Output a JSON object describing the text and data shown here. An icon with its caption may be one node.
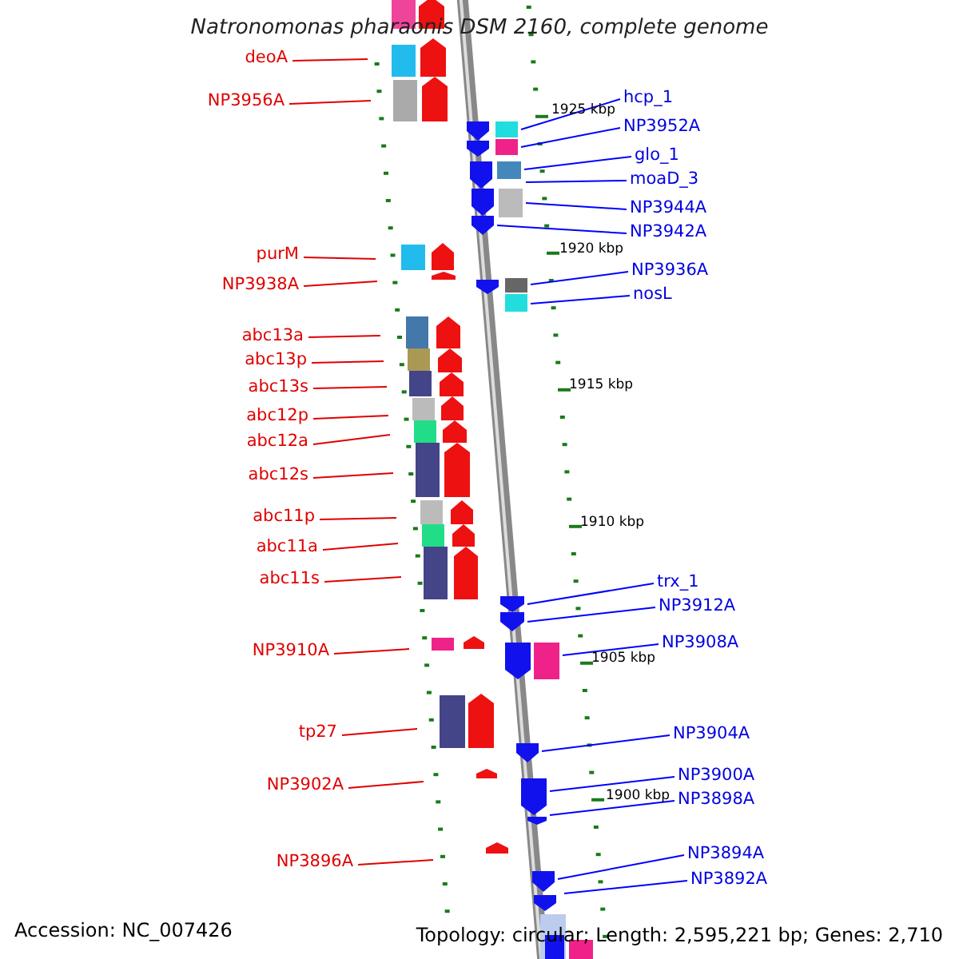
{
  "diagram": {
    "title": "Natronomonas pharaonis DSM 2160, complete genome",
    "nodes": [
      {
        "text": [
          "deoA"
        ]
      },
      {
        "text": [
          "NP3956A"
        ]
      },
      {
        "text": [
          "purM"
        ]
      },
      {
        "text": [
          "NP3938A"
        ]
      },
      {
        "text": [
          "abc13a"
        ]
      },
      {
        "text": [
          "abc13p"
        ]
      },
      {
        "text": [
          "abc13s"
        ]
      },
      {
        "text": [
          "abc12p"
        ]
      },
      {
        "text": [
          "abc12a"
        ]
      },
      {
        "text": [
          "abc12s"
        ]
      },
      {
        "text": [
          "abc11p"
        ]
      },
      {
        "text": [
          "abc11a"
        ]
      },
      {
        "text": [
          "abc11s"
        ]
      },
      {
        "text": [
          "NP3910A"
        ]
      },
      {
        "text": [
          "tp27"
        ]
      },
      {
        "text": [
          "NP3902A"
        ]
      },
      {
        "text": [
          "NP3896A"
        ]
      },
      {
        "text": [
          "hcp_1"
        ]
      },
      {
        "text": [
          "NP3952A"
        ]
      },
      {
        "text": [
          "glo_1"
        ]
      },
      {
        "text": [
          "moaD_3"
        ]
      },
      {
        "text": [
          "NP3944A"
        ]
      },
      {
        "text": [
          "NP3942A"
        ]
      },
      {
        "text": [
          "NP3936A"
        ]
      },
      {
        "text": [
          "nosL"
        ]
      },
      {
        "text": [
          "trx_1"
        ]
      },
      {
        "text": [
          "NP3912A"
        ]
      },
      {
        "text": [
          "NP3908A"
        ]
      },
      {
        "text": [
          "NP3904A"
        ]
      },
      {
        "text": [
          "NP3900A"
        ]
      },
      {
        "text": [
          "NP3898A"
        ]
      },
      {
        "text": [
          "NP3894A"
        ]
      },
      {
        "text": [
          "NP3892A"
        ]
      }
    ],
    "edges": [
      {
        "from": 0,
        "to": null,
        "arrow": "none"
      },
      {
        "from": 1,
        "to": null,
        "arrow": "none"
      },
      {
        "from": 2,
        "to": null,
        "arrow": "none"
      },
      {
        "from": 3,
        "to": null,
        "arrow": "none"
      },
      {
        "from": 4,
        "to": null,
        "arrow": "none"
      },
      {
        "from": 5,
        "to": null,
        "arrow": "none"
      },
      {
        "from": 6,
        "to": null,
        "arrow": "none"
      },
      {
        "from": 7,
        "to": null,
        "arrow": "none"
      },
      {
        "from": 8,
        "to": null,
        "arrow": "none"
      },
      {
        "from": 9,
        "to": null,
        "arrow": "none"
      },
      {
        "from": 10,
        "to": null,
        "arrow": "none"
      },
      {
        "from": 11,
        "to": null,
        "arrow": "none"
      },
      {
        "from": 12,
        "to": null,
        "arrow": "none"
      },
      {
        "from": 13,
        "to": null,
        "arrow": "none"
      },
      {
        "from": 14,
        "to": null,
        "arrow": "none"
      },
      {
        "from": 15,
        "to": null,
        "arrow": "none"
      },
      {
        "from": 16,
        "to": null,
        "arrow": "none"
      },
      {
        "from": 17,
        "to": null,
        "arrow": "none",
        "color": "#0000ff"
      },
      {
        "from": 18,
        "to": null,
        "arrow": "none",
        "color": "#0000ff"
      },
      {
        "from": 19,
        "to": null,
        "arrow": "none",
        "color": "#0000ff"
      },
      {
        "from": 20,
        "to": null,
        "arrow": "none",
        "color": "#0000ff"
      },
      {
        "from": 21,
        "to": null,
        "arrow": "none",
        "color": "#0000ff"
      },
      {
        "from": 22,
        "to": null,
        "arrow": "none",
        "color": "#0000ff"
      },
      {
        "from": 23,
        "to": null,
        "arrow": "none",
        "color": "#0000ff"
      },
      {
        "from": 24,
        "to": null,
        "arrow": "none",
        "color": "#0000ff"
      },
      {
        "from": 25,
        "to": null,
        "arrow": "none",
        "color": "#0000ff"
      },
      {
        "from": 26,
        "to": null,
        "arrow": "none",
        "color": "#0000ff"
      },
      {
        "from": 27,
        "to": null,
        "arrow": "none",
        "color": "#0000ff"
      },
      {
        "from": 28,
        "to": null,
        "arrow": "none",
        "color": "#0000ff"
      },
      {
        "from": 29,
        "to": null,
        "arrow": "none",
        "color": "#0000ff"
      },
      {
        "from": 30,
        "to": null,
        "arrow": "none",
        "color": "#0000ff"
      },
      {
        "from": 31,
        "to": null,
        "arrow": "none",
        "color": "#0000ff"
      },
      {
        "from": 32,
        "to": null,
        "arrow": "none",
        "color": "#0000ff"
      }
    ],
    "labels": [
      "1925 kbp",
      "1920 kbp",
      "1915 kbp",
      "1910 kbp",
      "1905 kbp",
      "1900 kbp",
      "Accession: NC_007426",
      "Topology: circular; Length: 2,595,221 bp; Genes: 2,710"
    ]
  }
}
